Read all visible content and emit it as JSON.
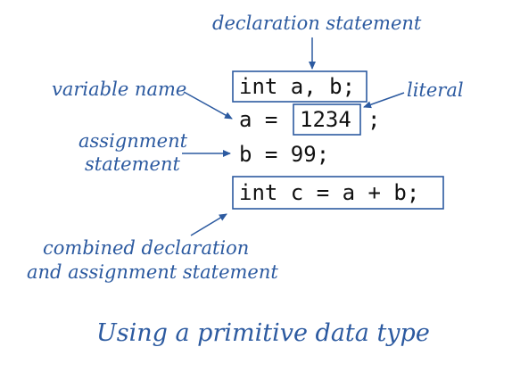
{
  "labels": {
    "declaration": "declaration statement",
    "variable_name": "variable name",
    "literal": "literal",
    "assignment_line1": "assignment",
    "assignment_line2": "statement",
    "combined_line1": "combined declaration",
    "combined_line2": "and assignment statement"
  },
  "code": {
    "line1": "int a, b;",
    "line2_prefix": "a = ",
    "line2_literal": "1234",
    "line2_suffix": ";",
    "line3": "b = 99;",
    "line4": "int c = a + b;"
  },
  "caption": "Using a primitive data type",
  "colors": {
    "accent": "#2c5aa0",
    "text": "#111111"
  }
}
